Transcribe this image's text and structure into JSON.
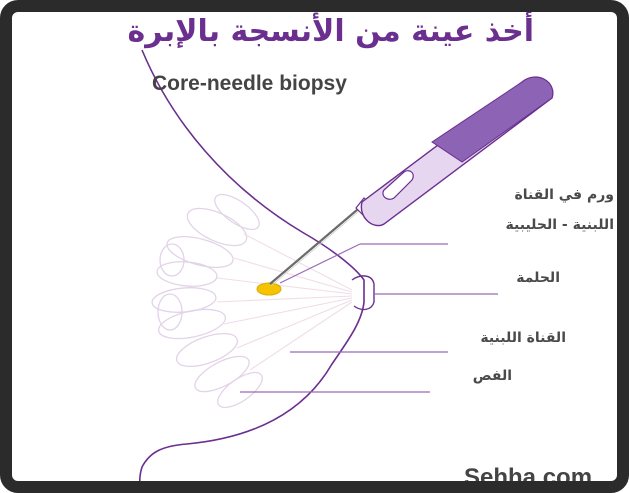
{
  "title_arabic": "أخذ عينة من الأنسجة بالإبرة",
  "title_english": "Core-needle biopsy",
  "labels": {
    "tumor_line1": "ورم في القناة",
    "tumor_line2": "اللبنية - الحليبية",
    "nipple": "الحلمة",
    "milk_duct": "القناة اللبنية",
    "lobe": "الفص"
  },
  "watermark": "Sehha.com",
  "colors": {
    "frame": "#2b2b2b",
    "title": "#6a2f8f",
    "outline": "#6a2f8f",
    "leader_lines": "#9a6ab8",
    "tumor": "#f5c400",
    "needle_body": "#d9c6e8",
    "needle_grip": "#8d63b6"
  }
}
